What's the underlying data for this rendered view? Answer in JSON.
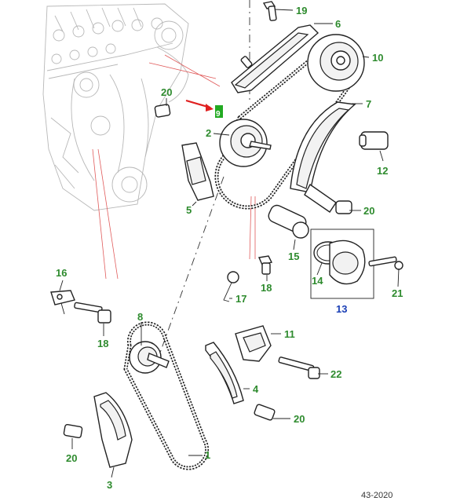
{
  "diagram": {
    "reference_code": "43-2020",
    "colors": {
      "callout_green": "#2e8b2e",
      "callout_blue": "#1a3fb5",
      "arrow_red": "#e02020",
      "marker_green": "#22aa22",
      "ghost_line_red": "#e05a5a"
    },
    "callouts": [
      {
        "id": "c19",
        "text": "19",
        "color": "green"
      },
      {
        "id": "c6",
        "text": "6",
        "color": "green"
      },
      {
        "id": "c10",
        "text": "10",
        "color": "green"
      },
      {
        "id": "c20a",
        "text": "20",
        "color": "green"
      },
      {
        "id": "c9",
        "text": "9",
        "color": "green"
      },
      {
        "id": "c2",
        "text": "2",
        "color": "green"
      },
      {
        "id": "c7",
        "text": "7",
        "color": "green"
      },
      {
        "id": "c12",
        "text": "12",
        "color": "green"
      },
      {
        "id": "c5",
        "text": "5",
        "color": "green"
      },
      {
        "id": "c20b",
        "text": "20",
        "color": "green"
      },
      {
        "id": "c15",
        "text": "15",
        "color": "green"
      },
      {
        "id": "c14",
        "text": "14",
        "color": "green"
      },
      {
        "id": "c21",
        "text": "21",
        "color": "green"
      },
      {
        "id": "c13",
        "text": "13",
        "color": "blue"
      },
      {
        "id": "c16",
        "text": "16",
        "color": "green"
      },
      {
        "id": "c18a",
        "text": "18",
        "color": "green"
      },
      {
        "id": "c17",
        "text": "17",
        "color": "green"
      },
      {
        "id": "c18b",
        "text": "18",
        "color": "green"
      },
      {
        "id": "c8",
        "text": "8",
        "color": "green"
      },
      {
        "id": "c11",
        "text": "11",
        "color": "green"
      },
      {
        "id": "c22",
        "text": "22",
        "color": "green"
      },
      {
        "id": "c4",
        "text": "4",
        "color": "green"
      },
      {
        "id": "c20c",
        "text": "20",
        "color": "green"
      },
      {
        "id": "c1",
        "text": "1",
        "color": "green"
      },
      {
        "id": "c20d",
        "text": "20",
        "color": "green"
      },
      {
        "id": "c3",
        "text": "3",
        "color": "green"
      }
    ]
  }
}
